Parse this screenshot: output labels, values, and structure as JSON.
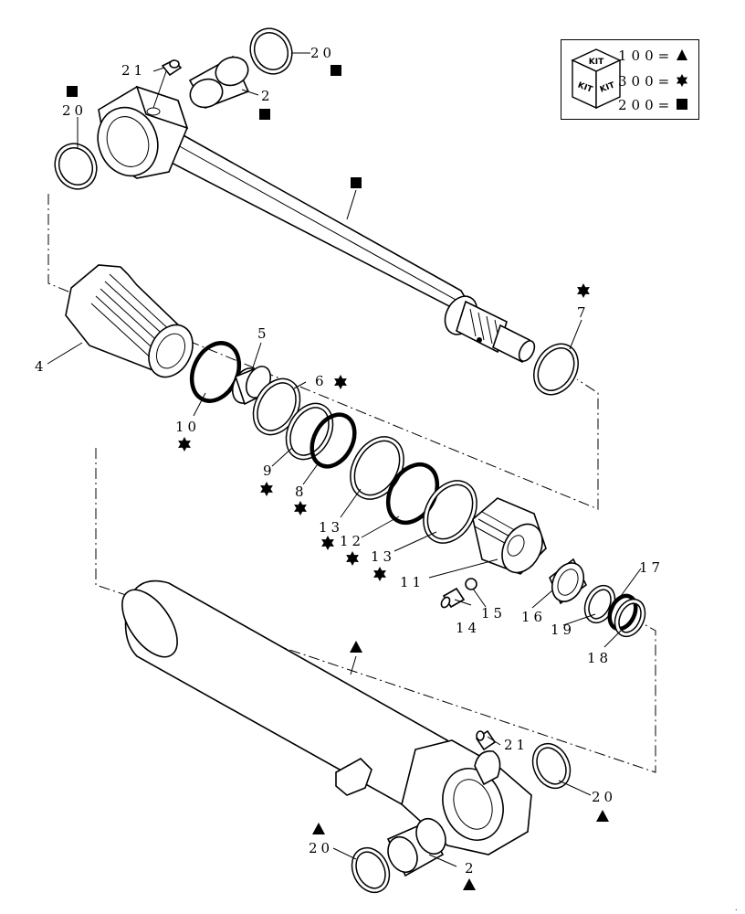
{
  "legend": {
    "kit_icon_text": "KIT",
    "rows": [
      {
        "code": "100",
        "symbol": "triangle"
      },
      {
        "code": "300",
        "symbol": "star"
      },
      {
        "code": "200",
        "symbol": "square"
      }
    ]
  },
  "callouts": {
    "c2_top": "2",
    "c2_bottom": "2",
    "c4": "4",
    "c5": "5",
    "c6": "6",
    "c7": "7",
    "c8": "8",
    "c9": "9",
    "c10": "10",
    "c11": "11",
    "c12": "12",
    "c13a": "13",
    "c13b": "13",
    "c14": "14",
    "c15": "15",
    "c16": "16",
    "c17": "17",
    "c18": "18",
    "c19": "19",
    "c20_top_right": "20",
    "c20_top_left": "20",
    "c20_bottom_right": "20",
    "c20_bottom_left": "20",
    "c21_top": "21",
    "c21_bottom": "21"
  }
}
